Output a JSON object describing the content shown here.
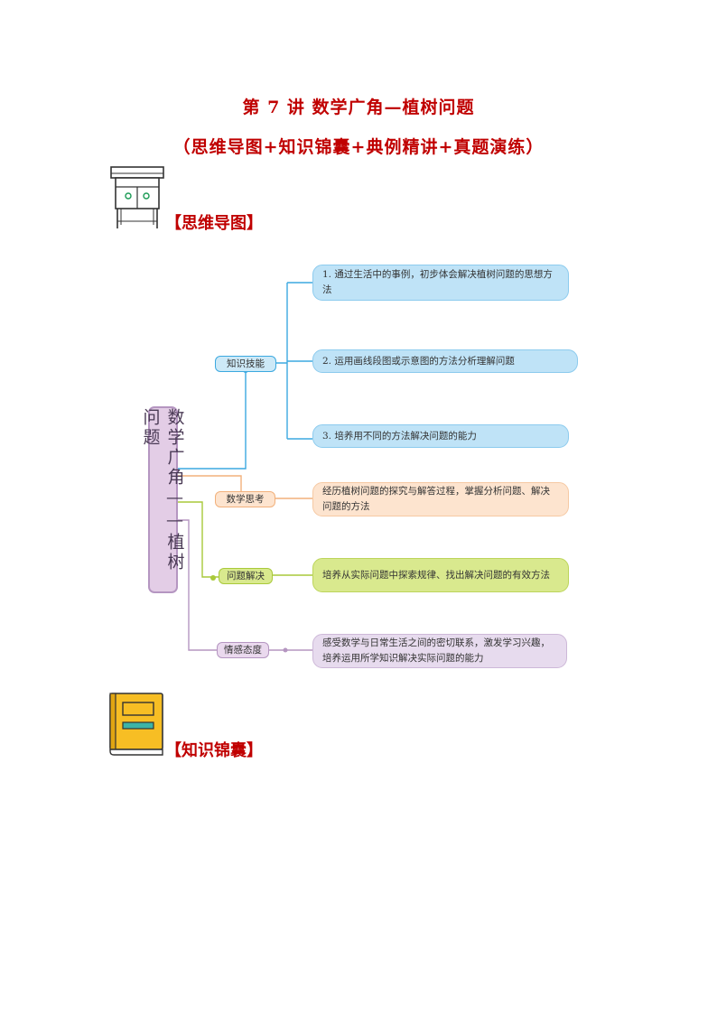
{
  "title": "第 7 讲  数学广角—植树问题",
  "subtitle": "（思维导图+知识锦囊+典例精讲+真题演练）",
  "sections": {
    "mindmap_label": "【思维导图】",
    "knowledge_label": "【知识锦囊】"
  },
  "mindmap": {
    "root": "数学广角——植树问题",
    "branches": [
      {
        "label": "知识技能",
        "color": "#3ca9e0",
        "items": [
          "1. 通过生活中的事例，初步体会解决植树问题的思想方法",
          "2. 运用画线段图或示意图的方法分析理解问题",
          "3. 培养用不同的方法解决问题的能力"
        ]
      },
      {
        "label": "数学思考",
        "color": "#f2b17c",
        "items": [
          "经历植树问题的探究与解答过程，掌握分析问题、解决问题的方法"
        ]
      },
      {
        "label": "问题解决",
        "color": "#a9c93a",
        "items": [
          "培养从实际问题中探索规律、找出解决问题的有效方法"
        ]
      },
      {
        "label": "情感态度",
        "color": "#b596c1",
        "items": [
          "感受数学与日常生活之间的密切联系，激发学习兴趣，培养运用所学知识解决实际问题的能力"
        ]
      }
    ]
  }
}
